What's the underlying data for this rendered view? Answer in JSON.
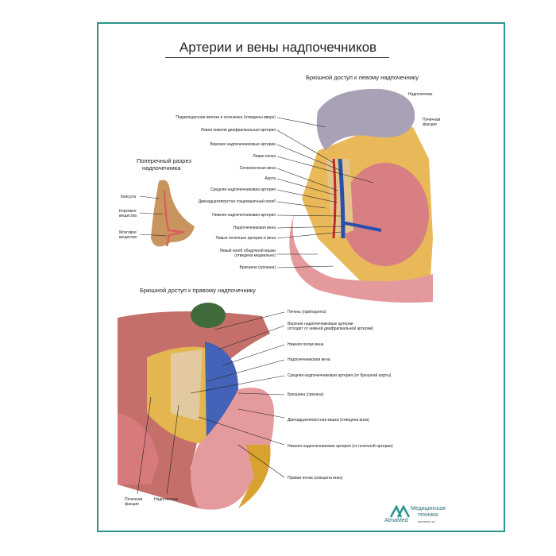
{
  "title": "Артерии и вены надпочечников",
  "left_section": {
    "heading": "Брюшной доступ к левому надпочечнику",
    "labels": [
      "Поджелудочная железа и селезенка (отведены вверх)",
      "Левая нижняя диафрагмальная артерия",
      "Верхние надпочечниковые артерии",
      "Левая почка",
      "Селезеночная вена",
      "Аорта",
      "Средняя надпочечниковая артерия",
      "Двенадцатиперстно-тощекишечный изгиб",
      "Нижняя надпочечниковая артерия",
      "Надпочечниковая вена",
      "Левые почечные артерии и вена",
      "Левый изгиб ободочной кишки",
      "(отведена медиально)",
      "Брюшина (срезана)"
    ],
    "right_labels": [
      "Надпочечник",
      "Почечная",
      "фасция"
    ]
  },
  "cross_section": {
    "heading1": "Поперечный разрез",
    "heading2": "надпочечника",
    "labels": [
      "Капсула",
      "Корковое",
      "вещество",
      "Мозговое",
      "вещество"
    ]
  },
  "right_section": {
    "heading": "Брюшной доступ к правому надпочечнику",
    "labels": [
      "Печень (приподнята)",
      "Верхние надпочечниковые артерии",
      "(отходят от нижней диафрагмальной артерии)",
      "Нижняя полая вена",
      "Надпочечниковая вена",
      "Средняя надпочечниковая артерия (от брюшной аорты)",
      "Брюшина (срезана)",
      "Двенадцатиперстная кишка (отведена вниз)",
      "Нижняя надпочечниковая артерия (от почечной артерии)",
      "Правая почка (смещена вниз)"
    ],
    "bottom_labels": [
      "Почечная",
      "фасция",
      "Надпочечник"
    ]
  },
  "logo": {
    "brand": "AlmaMed",
    "line1": "Медицинская",
    "line2": "техника",
    "site": "almamed.su",
    "color": "#2a958c"
  }
}
